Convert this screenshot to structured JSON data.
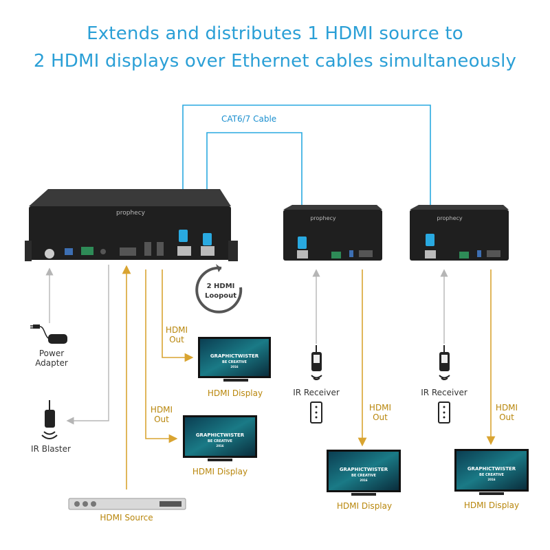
{
  "headline": {
    "line1": "Extends and distributes 1 HDMI source to",
    "line2": "2 HDMI displays over Ethernet cables simultaneously"
  },
  "cable_label": "CAT6/7 Cable",
  "loopout_badge": {
    "line1": "2 HDMI",
    "line2": "Loopout"
  },
  "labels": {
    "power_adapter": [
      "Power",
      "Adapter"
    ],
    "ir_blaster": "IR Blaster",
    "hdmi_source": "HDMI Source",
    "hdmi_out": [
      "HDMI",
      "Out"
    ],
    "hdmi_display": "HDMI Display",
    "ir_receiver": "IR Receiver"
  },
  "devices": {
    "transmitter_brand": "prophecy",
    "receiver_brand": "prophecy"
  },
  "screen_text": {
    "title": "GRAPHICTWISTER",
    "sub": "BE CREATIVE",
    "tag": "2016"
  },
  "colors": {
    "accent_blue": "#2a9fd6",
    "cable_blue": "#29a9e0",
    "hdmi_gold": "#d9a431",
    "ir_gray": "#b5b5b5"
  }
}
